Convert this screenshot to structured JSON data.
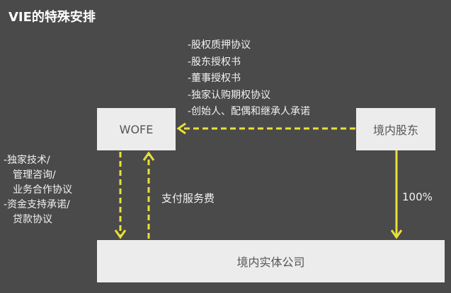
{
  "title": "VIE的特殊安排",
  "nodes": {
    "wofe": "WOFE",
    "shareholder": "境内股东",
    "entity": "境内实体公司"
  },
  "agreements_top": [
    "-股权质押协议",
    "-股东授权书",
    "-董事授权书",
    "-独家认购期权协议",
    "-创始人、配偶和继承人承诺"
  ],
  "agreements_left": [
    "-独家技术/",
    "管理咨询/",
    "业务合作协议",
    "-资金支持承诺/",
    "贷款协议"
  ],
  "service_fee_label": "支付服务费",
  "ownership_label": "100%",
  "colors": {
    "background": "#4a4a4a",
    "box": "#ececec",
    "arrow": "#e8e03a"
  }
}
